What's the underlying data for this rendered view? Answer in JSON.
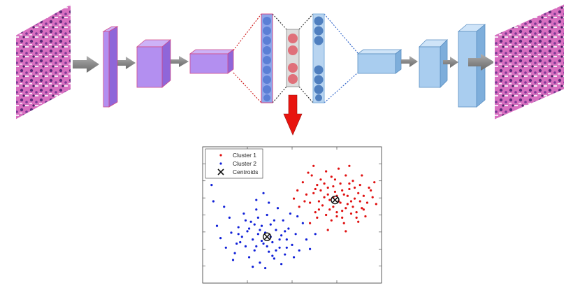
{
  "colors": {
    "purple_face": "#b38ff0",
    "purple_side": "#8f66d9",
    "purple_top": "#cdb2f7",
    "purple_edge": "#d04b8a",
    "blue_face": "#a9cdef",
    "blue_side": "#7eaedb",
    "blue_top": "#cfe4f8",
    "blue_edge": "#5a8fc2",
    "arrow_gray": "#8a8a8a",
    "down_arrow": "#e8140f",
    "tissue_base": "#d86fc0",
    "tissue_dark": "#5a2a7a",
    "cluster1": "#e01010",
    "cluster2": "#1020d8",
    "centroid": "#111111",
    "neuron_dark": "#5b7fd6",
    "neuron_red": "#e0707a",
    "neuron_teal": "#4f7fbf"
  },
  "icons": [
    "input-tissue-image",
    "reconstructed-tissue-image",
    "right-arrow-icon",
    "down-arrow-icon",
    "centroid-x-icon"
  ],
  "chart_data": {
    "type": "scatter",
    "title": "",
    "xlabel": "",
    "ylabel": "",
    "xlim": [
      0,
      10
    ],
    "ylim": [
      0,
      10
    ],
    "grid": false,
    "legend_position": "top-left",
    "legend": [
      {
        "label": "Cluster 1",
        "marker": "dot",
        "color": "#e01010"
      },
      {
        "label": "Cluster 2",
        "marker": "dot",
        "color": "#1020d8"
      },
      {
        "label": "Centroids",
        "marker": "x",
        "color": "#111111"
      }
    ],
    "series": [
      {
        "name": "Cluster 1",
        "color": "#e01010",
        "points": [
          [
            5.1,
            6.2
          ],
          [
            5.3,
            6.8
          ],
          [
            5.6,
            7.4
          ],
          [
            5.8,
            6.5
          ],
          [
            6.0,
            5.9
          ],
          [
            6.1,
            7.9
          ],
          [
            6.3,
            6.9
          ],
          [
            6.5,
            5.4
          ],
          [
            6.6,
            7.6
          ],
          [
            6.8,
            6.3
          ],
          [
            6.9,
            5.0
          ],
          [
            7.0,
            7.0
          ],
          [
            7.1,
            6.1
          ],
          [
            7.2,
            7.8
          ],
          [
            7.3,
            5.6
          ],
          [
            7.4,
            6.7
          ],
          [
            7.5,
            4.9
          ],
          [
            7.6,
            6.0
          ],
          [
            7.7,
            7.3
          ],
          [
            7.8,
            5.3
          ],
          [
            7.9,
            6.5
          ],
          [
            8.0,
            7.9
          ],
          [
            8.1,
            5.8
          ],
          [
            8.2,
            6.9
          ],
          [
            8.3,
            5.1
          ],
          [
            8.4,
            7.5
          ],
          [
            8.5,
            6.2
          ],
          [
            8.6,
            4.8
          ],
          [
            8.7,
            6.6
          ],
          [
            8.8,
            7.2
          ],
          [
            8.9,
            5.5
          ],
          [
            9.0,
            6.4
          ],
          [
            9.2,
            5.9
          ],
          [
            9.3,
            7.0
          ],
          [
            9.5,
            6.3
          ],
          [
            9.7,
            5.8
          ],
          [
            6.2,
            6.6
          ],
          [
            6.4,
            7.2
          ],
          [
            6.7,
            5.7
          ],
          [
            7.0,
            6.5
          ],
          [
            7.3,
            7.1
          ],
          [
            7.5,
            5.2
          ],
          [
            7.8,
            6.8
          ],
          [
            8.0,
            5.5
          ],
          [
            8.3,
            6.0
          ],
          [
            8.5,
            7.0
          ],
          [
            8.8,
            6.0
          ],
          [
            7.2,
            4.6
          ],
          [
            6.9,
            8.2
          ],
          [
            7.6,
            8.4
          ],
          [
            8.2,
            8.6
          ],
          [
            5.9,
            8.1
          ],
          [
            6.4,
            4.8
          ],
          [
            7.9,
            4.4
          ],
          [
            8.6,
            5.2
          ],
          [
            9.1,
            4.9
          ],
          [
            8.1,
            6.4
          ],
          [
            7.7,
            5.9
          ],
          [
            6.6,
            6.8
          ],
          [
            7.4,
            7.6
          ],
          [
            5.4,
            5.6
          ],
          [
            6.0,
            4.4
          ],
          [
            8.9,
            7.9
          ],
          [
            9.4,
            6.8
          ],
          [
            6.8,
            7.3
          ],
          [
            7.1,
            5.4
          ],
          [
            8.4,
            5.6
          ],
          [
            7.5,
            6.4
          ],
          [
            6.3,
            5.2
          ],
          [
            5.7,
            6.0
          ],
          [
            8.7,
            4.5
          ],
          [
            9.6,
            7.4
          ],
          [
            7.0,
            3.9
          ],
          [
            6.2,
            8.6
          ],
          [
            8.0,
            3.8
          ],
          [
            6.5,
            6.0
          ],
          [
            7.3,
            6.3
          ],
          [
            8.2,
            7.3
          ],
          [
            9.0,
            5.4
          ],
          [
            7.8,
            4.8
          ]
        ]
      },
      {
        "name": "Cluster 2",
        "color": "#1020d8",
        "points": [
          [
            0.8,
            4.2
          ],
          [
            1.0,
            3.3
          ],
          [
            1.3,
            2.6
          ],
          [
            1.5,
            4.8
          ],
          [
            1.6,
            3.7
          ],
          [
            1.8,
            2.2
          ],
          [
            2.0,
            4.1
          ],
          [
            2.1,
            3.0
          ],
          [
            2.3,
            5.1
          ],
          [
            2.4,
            2.7
          ],
          [
            2.5,
            3.8
          ],
          [
            2.6,
            1.9
          ],
          [
            2.7,
            4.5
          ],
          [
            2.8,
            3.2
          ],
          [
            2.9,
            2.4
          ],
          [
            3.0,
            5.4
          ],
          [
            3.1,
            3.6
          ],
          [
            3.2,
            1.5
          ],
          [
            3.3,
            4.2
          ],
          [
            3.4,
            2.9
          ],
          [
            3.5,
            3.7
          ],
          [
            3.6,
            5.0
          ],
          [
            3.7,
            2.3
          ],
          [
            3.8,
            4.3
          ],
          [
            3.9,
            3.0
          ],
          [
            4.0,
            1.8
          ],
          [
            4.1,
            3.9
          ],
          [
            4.2,
            5.5
          ],
          [
            4.3,
            2.6
          ],
          [
            4.4,
            3.5
          ],
          [
            4.5,
            4.6
          ],
          [
            4.6,
            2.1
          ],
          [
            4.7,
            3.2
          ],
          [
            4.8,
            4.0
          ],
          [
            5.0,
            2.8
          ],
          [
            5.2,
            3.6
          ],
          [
            5.4,
            2.4
          ],
          [
            5.6,
            4.4
          ],
          [
            2.2,
            3.4
          ],
          [
            2.6,
            4.0
          ],
          [
            3.0,
            2.7
          ],
          [
            3.3,
            3.1
          ],
          [
            3.6,
            2.7
          ],
          [
            3.8,
            3.4
          ],
          [
            4.0,
            4.6
          ],
          [
            4.3,
            3.2
          ],
          [
            4.6,
            3.8
          ],
          [
            3.1,
            4.8
          ],
          [
            2.4,
            4.6
          ],
          [
            1.9,
            2.9
          ],
          [
            3.5,
            1.1
          ],
          [
            4.4,
            1.4
          ],
          [
            5.1,
            1.9
          ],
          [
            5.8,
            3.2
          ],
          [
            6.0,
            2.5
          ],
          [
            1.2,
            5.6
          ],
          [
            0.6,
            6.0
          ],
          [
            3.4,
            6.6
          ],
          [
            3.7,
            5.9
          ],
          [
            4.9,
            5.1
          ],
          [
            2.8,
            1.2
          ],
          [
            1.7,
            1.7
          ],
          [
            5.3,
            4.9
          ],
          [
            4.1,
            2.4
          ],
          [
            3.2,
            3.9
          ],
          [
            2.0,
            3.6
          ],
          [
            4.7,
            2.6
          ],
          [
            3.9,
            2.0
          ],
          [
            2.9,
            4.3
          ],
          [
            6.3,
            3.6
          ],
          [
            0.5,
            7.2
          ],
          [
            3.0,
            6.1
          ]
        ]
      },
      {
        "name": "Centroids",
        "color": "#111111",
        "points": [
          [
            7.4,
            6.1
          ],
          [
            3.6,
            3.4
          ]
        ]
      }
    ]
  }
}
